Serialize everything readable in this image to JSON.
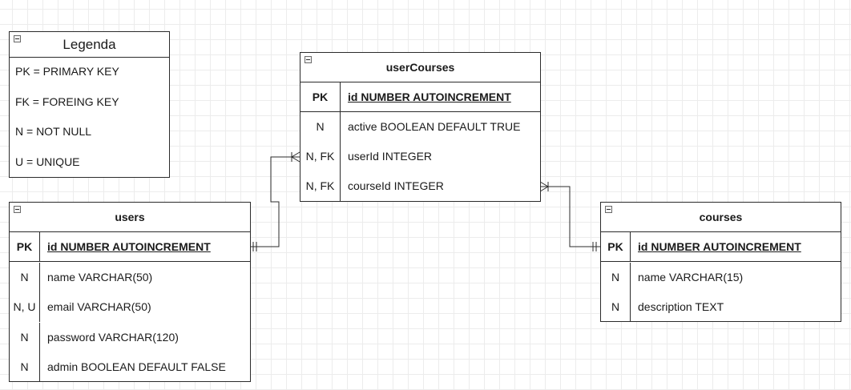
{
  "legend": {
    "title": "Legenda",
    "items": [
      "PK = PRIMARY KEY",
      "FK = FOREING KEY",
      "N = NOT NULL",
      "U = UNIQUE"
    ]
  },
  "userCourses": {
    "title": "userCourses",
    "pk": {
      "key": "PK",
      "field": "id NUMBER AUTOINCREMENT"
    },
    "rows": [
      {
        "key": "N",
        "field": "active BOOLEAN DEFAULT TRUE"
      },
      {
        "key": "N, FK",
        "field": "userId INTEGER"
      },
      {
        "key": "N, FK",
        "field": "courseId INTEGER"
      }
    ]
  },
  "users": {
    "title": "users",
    "pk": {
      "key": "PK",
      "field": "id NUMBER AUTOINCREMENT"
    },
    "rows": [
      {
        "key": "N",
        "field": "name VARCHAR(50)"
      },
      {
        "key": "N, U",
        "field": "email VARCHAR(50)"
      },
      {
        "key": "N",
        "field": "password VARCHAR(120)"
      },
      {
        "key": "N",
        "field": "admin BOOLEAN DEFAULT FALSE"
      }
    ]
  },
  "courses": {
    "title": "courses",
    "pk": {
      "key": "PK",
      "field": "id NUMBER AUTOINCREMENT"
    },
    "rows": [
      {
        "key": "N",
        "field": "name VARCHAR(15)"
      },
      {
        "key": "N",
        "field": "description TEXT"
      }
    ]
  }
}
